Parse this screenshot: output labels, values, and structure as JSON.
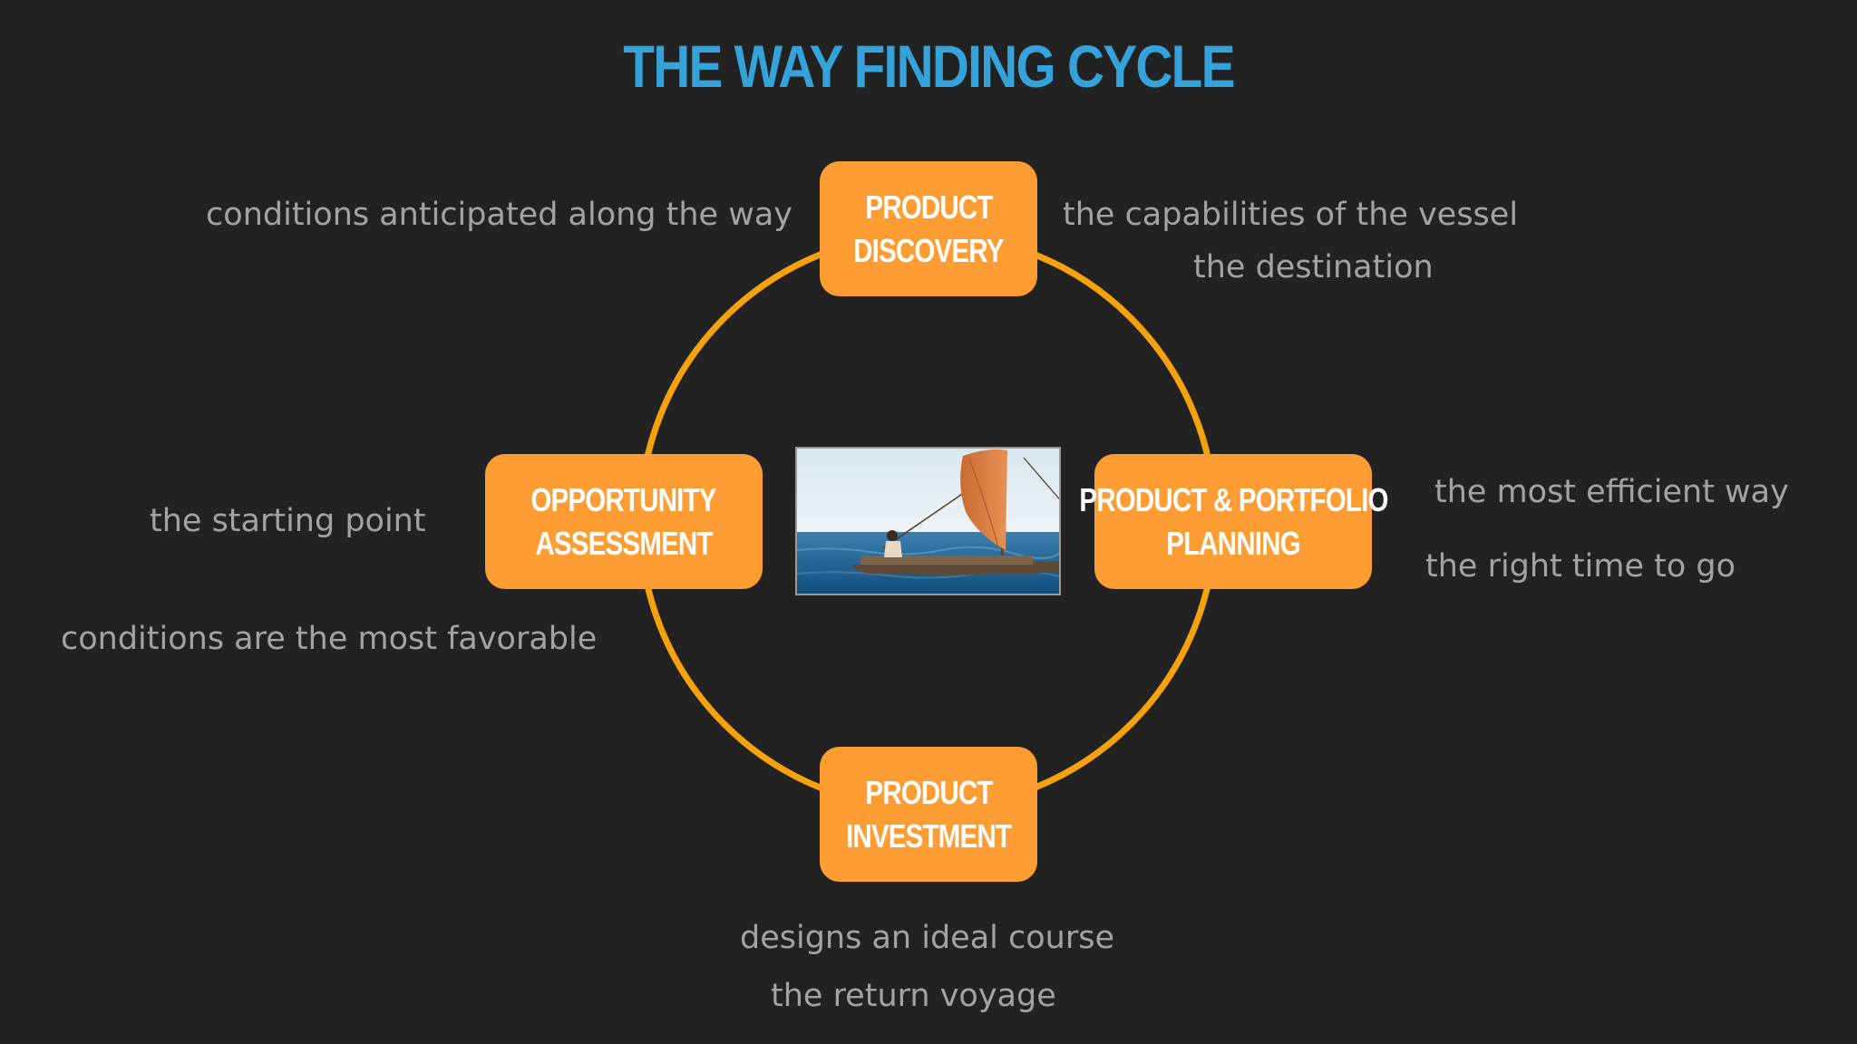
{
  "title": "THE WAY FINDING CYCLE",
  "colors": {
    "background": "#222222",
    "title": "#35a3d9",
    "node_fill": "#fe9d33",
    "ring": "#f5a20e",
    "note_text": "#a3a3a3"
  },
  "nodes": {
    "top": {
      "line1": "PRODUCT",
      "line2": "DISCOVERY"
    },
    "right": {
      "line1": "PRODUCT & PORTFOLIO",
      "line2": "PLANNING"
    },
    "bottom": {
      "line1": "PRODUCT",
      "line2": "INVESTMENT"
    },
    "left": {
      "line1": "OPPORTUNITY",
      "line2": "ASSESSMENT"
    }
  },
  "notes": {
    "top_left": "conditions anticipated along the way",
    "top_right_1": "the capabilities of the vessel",
    "top_right_2": "the destination",
    "right_1": "the most efficient way",
    "right_2": "the right time to go",
    "left_1": "the starting point",
    "left_2": "conditions are the most favorable",
    "bottom_1": "designs an ideal course",
    "bottom_2": "the return voyage"
  },
  "center_image": {
    "icon": "sailing-canoe-photo"
  }
}
